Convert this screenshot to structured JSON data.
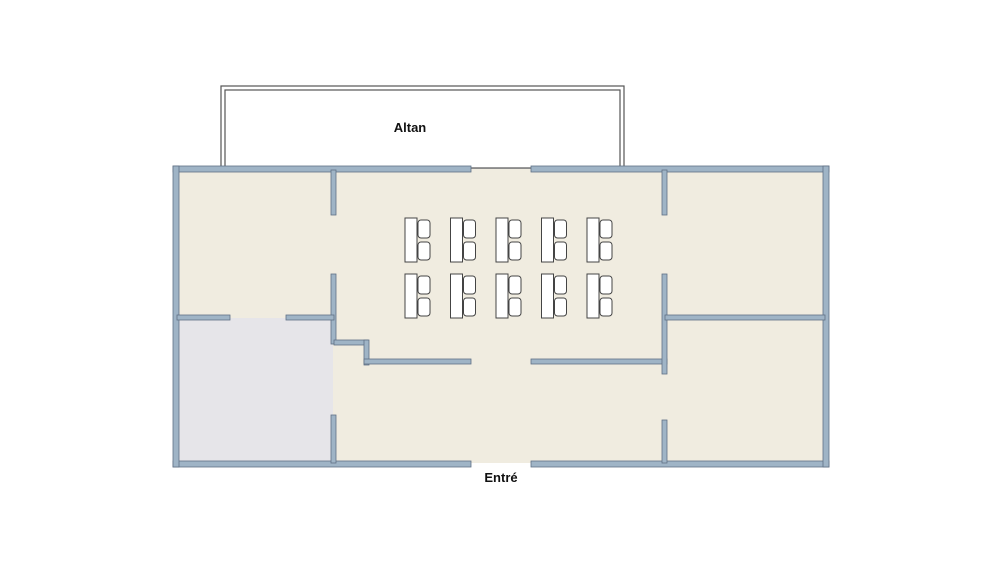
{
  "labels": {
    "balcony": "Altan",
    "entrance": "Entré"
  },
  "colors": {
    "floor": "#f0ece0",
    "floor_grey": "#e6e5e9",
    "wall_fill": "#9fb4c6",
    "wall_stroke": "#5f7185",
    "balcony_line": "#555555",
    "desk_stroke": "#444444",
    "desk_fill": "#ffffff"
  },
  "desk_groups": {
    "rows": 2,
    "columns": 5
  }
}
